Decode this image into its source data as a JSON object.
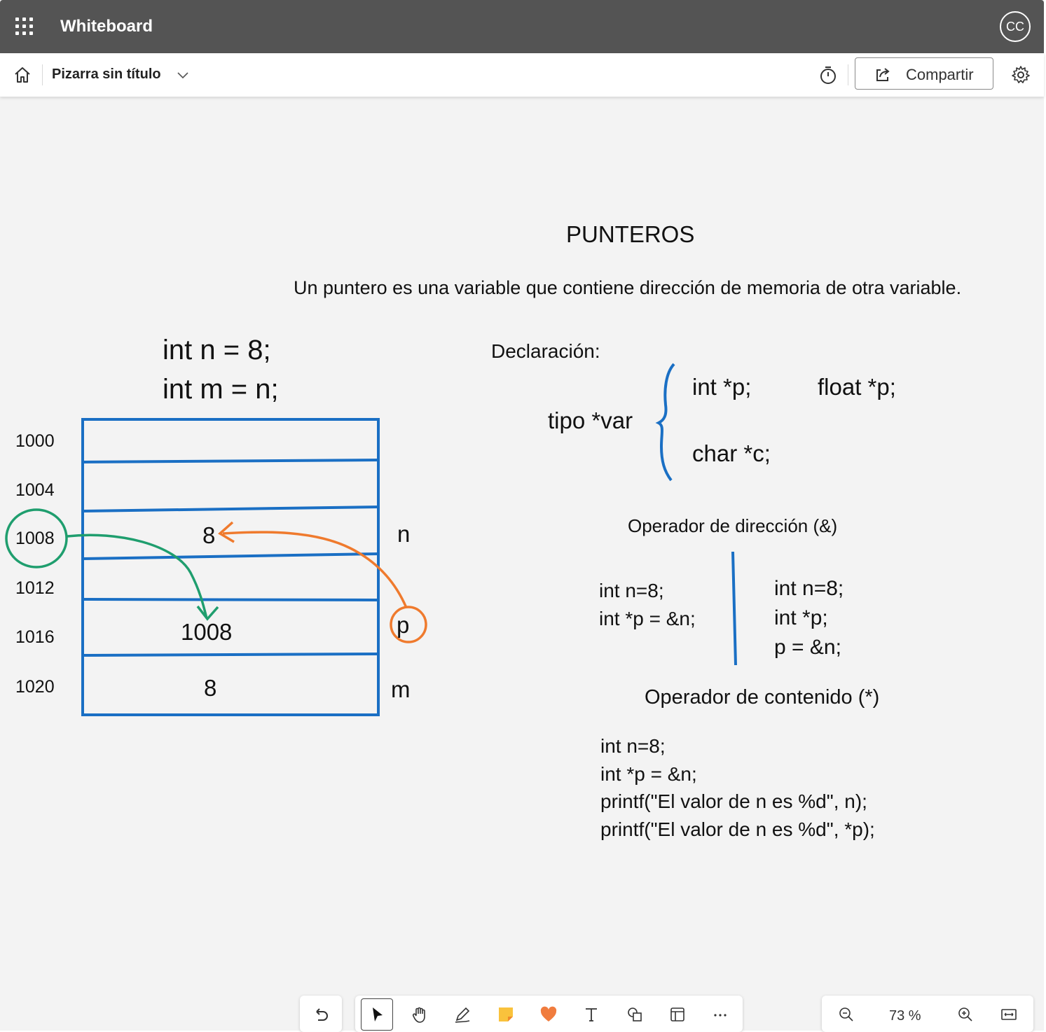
{
  "app": {
    "title": "Whiteboard",
    "avatar_initials": "CC"
  },
  "toolbar": {
    "board_name": "Pizarra sin título",
    "share_label": "Compartir"
  },
  "canvas": {
    "title": "PUNTEROS",
    "description": "Un puntero es una variable que contiene dirección de memoria de otra variable.",
    "left_code": [
      "int n = 8;",
      "int m = n;"
    ],
    "memory_addresses": [
      "1000",
      "1004",
      "1008",
      "1012",
      "1016",
      "1020"
    ],
    "memory_cells": [
      "8",
      "1008",
      "8"
    ],
    "variable_labels": [
      "n",
      "p",
      "m"
    ],
    "declaration_label": "Declaración:",
    "declaration_syntax": "tipo  *var",
    "declaration_examples": [
      "int *p;",
      "float *p;",
      "char *c;"
    ],
    "address_operator": {
      "title": "Operador de dirección (&)",
      "left_code": [
        "int n=8;",
        "int *p = &n;"
      ],
      "right_code": [
        "int n=8;",
        "int *p;",
        "p = &n;"
      ]
    },
    "content_operator": {
      "title": "Operador de contenido (*)",
      "code": [
        "int n=8;",
        "int *p = &n;",
        "printf(\"El valor de n es %d\",   n);",
        "printf(\"El valor de n es %d\",  *p);"
      ]
    },
    "colors": {
      "memory_box": "#1a6fc4",
      "green_arrow": "#1f9e6e",
      "orange_arrow": "#ef7a2d"
    }
  },
  "bottom_toolbar": {
    "tools": [
      "undo-icon",
      "select-icon",
      "hand-icon",
      "pen-icon",
      "sticky-note-icon",
      "reaction-heart-icon",
      "text-icon",
      "shapes-icon",
      "template-icon",
      "more-icon"
    ],
    "zoom": "73 %"
  }
}
